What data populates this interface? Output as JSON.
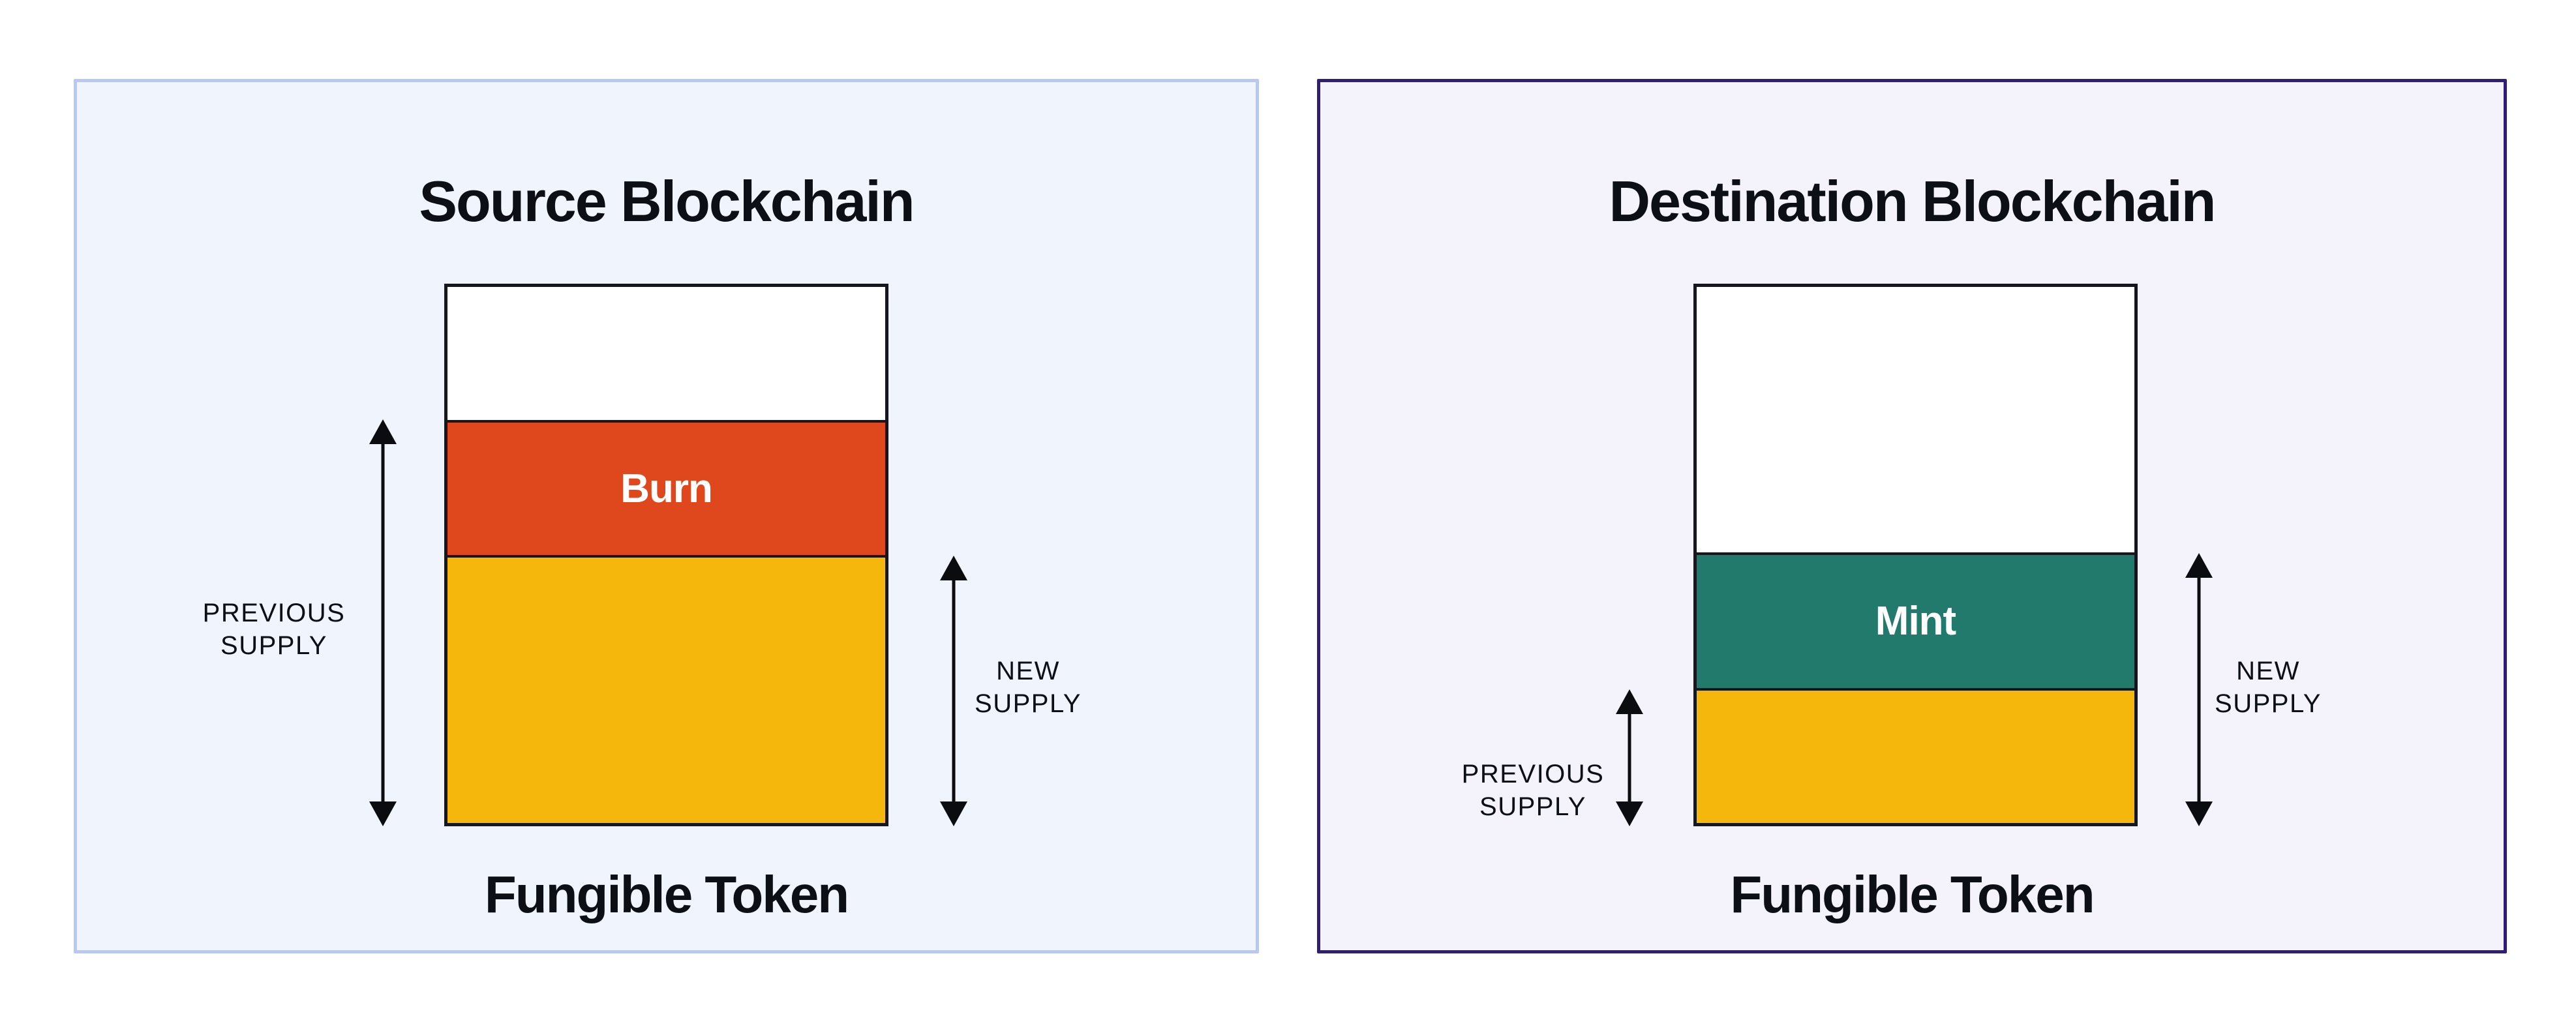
{
  "diagram": {
    "page_background": "#FFFFFF",
    "text_color": "#0D0F16",
    "arrow_color": "#0B0C10",
    "panels": [
      {
        "title": "Source Blockchain",
        "token_label": "Fungible Token",
        "background": "#F0F4FC",
        "border_color": "#B5C9F2",
        "bar": {
          "border_color": "#16161F",
          "label_color": "#FFFFFF",
          "segments": [
            {
              "name": "unallocated",
              "label": "",
              "color": "#FFFFFF",
              "fraction": 25
            },
            {
              "name": "burn",
              "label": "Burn",
              "color": "#DF481D",
              "fraction": 25
            },
            {
              "name": "remaining-supply",
              "label": "",
              "color": "#F5B70B",
              "fraction": 50
            }
          ]
        },
        "previous_supply_label": {
          "line1": "PREVIOUS",
          "line2": "SUPPLY"
        },
        "new_supply_label": {
          "line1": "NEW",
          "line2": "SUPPLY"
        }
      },
      {
        "title": "Destination Blockchain",
        "token_label": "Fungible Token",
        "background": "#F4F2FB",
        "border_color": "#2F1E74",
        "bar": {
          "border_color": "#16161F",
          "label_color": "#FFFFFF",
          "segments": [
            {
              "name": "unallocated",
              "label": "",
              "color": "#FFFFFF",
              "fraction": 50
            },
            {
              "name": "mint",
              "label": "Mint",
              "color": "#227A6C",
              "fraction": 25
            },
            {
              "name": "previous-supply",
              "label": "",
              "color": "#F5B70B",
              "fraction": 25
            }
          ]
        },
        "previous_supply_label": {
          "line1": "PREVIOUS",
          "line2": "SUPPLY"
        },
        "new_supply_label": {
          "line1": "NEW",
          "line2": "SUPPLY"
        }
      }
    ]
  }
}
